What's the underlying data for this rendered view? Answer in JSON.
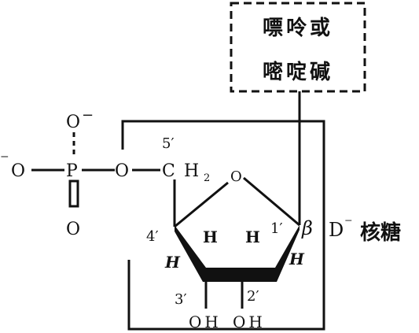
{
  "base_box": {
    "line1": "嘌呤或",
    "line2": "嘧啶碱"
  },
  "phosphate": {
    "o_minus_top": "O",
    "minus_top": "−",
    "o_minus_left": "O",
    "minus_left": "⁻",
    "p": "P",
    "o_bottom": "O",
    "o_bridge": "O"
  },
  "sugar": {
    "c5_label": "5′",
    "ch2_c": "C",
    "ch2_h": "H",
    "ch2_sub": "2",
    "ring_o": "O",
    "c4_label": "4′",
    "c1_label": "1′",
    "beta": "β",
    "h_left_ring": "H",
    "h_right_ring": "H",
    "h_left": "H",
    "h_right": "H",
    "c3_label": "3′",
    "c2_label": "2′",
    "oh3": "OH",
    "oh2": "OH"
  },
  "title": {
    "d": "D",
    "dash": "⁻",
    "name": "核糖"
  }
}
